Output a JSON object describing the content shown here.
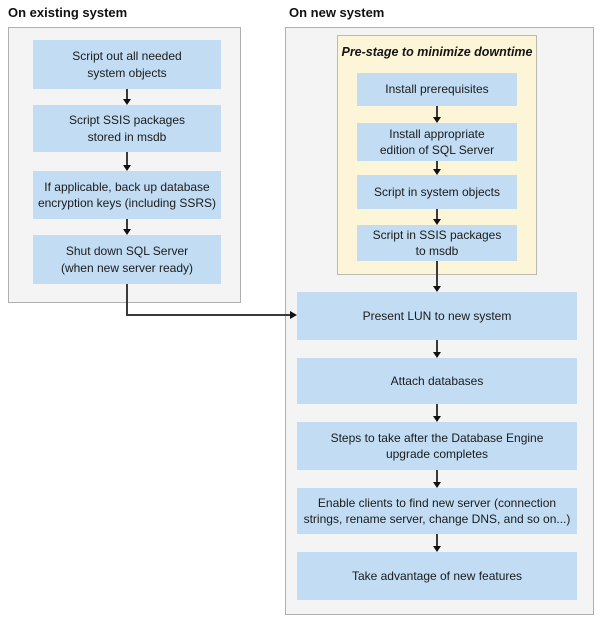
{
  "left_column": {
    "title": "On existing system",
    "boxes": [
      "Script out all needed\nsystem objects",
      "Script SSIS packages\nstored in msdb",
      "If applicable, back up database\nencryption keys (including SSRS)",
      "Shut down SQL Server\n(when new server ready)"
    ]
  },
  "right_column": {
    "title": "On new system",
    "prestage": {
      "title": "Pre-stage to minimize downtime",
      "boxes": [
        "Install prerequisites",
        "Install appropriate\nedition of SQL Server",
        "Script in system objects",
        "Script in SSIS packages\nto msdb"
      ]
    },
    "boxes": [
      "Present LUN to new system",
      "Attach databases",
      "Steps to take after the Database Engine\nupgrade completes",
      "Enable clients to find new server (connection\nstrings, rename server, change DNS, and so on...)",
      "Take advantage of new features"
    ]
  },
  "colors": {
    "step_fill": "#C1DCF3",
    "prestage_fill": "#FCF5D8",
    "prestage_border": "#BBBBAD",
    "panel_fill": "#F4F4F4",
    "panel_border": "#AFAFAF",
    "arrow": "#111111",
    "text": "#1B1B1B"
  }
}
